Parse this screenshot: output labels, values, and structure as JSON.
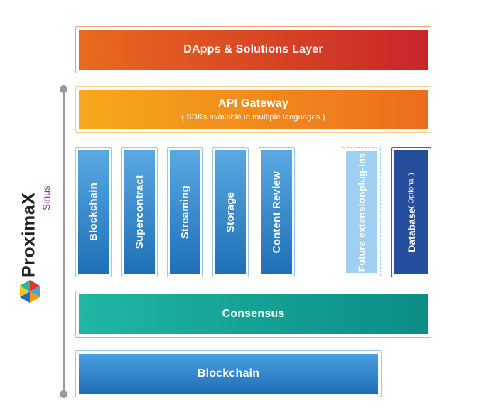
{
  "layers": {
    "dapps": "DApps & Solutions Layer",
    "api_gateway": {
      "title": "API Gateway",
      "subtitle": "( SDKs available in multiple languages )"
    },
    "consensus": "Consensus",
    "blockchain_base": "Blockchain"
  },
  "modules": [
    "Blockchain",
    "Supercontract",
    "Streaming",
    "Storage",
    "Content Review"
  ],
  "future_extension": {
    "line1": "Future extension",
    "line2": "plug-ins"
  },
  "database": {
    "title": "Database",
    "subtitle": "( Optional )"
  },
  "brand": {
    "name": "ProximaX",
    "product": "Sirius"
  },
  "colors": {
    "dapps_start": "#ea6a1c",
    "dapps_end": "#c8252b",
    "gateway_start": "#f6a91c",
    "gateway_end": "#ec6d1d",
    "module_top": "#5aa9e2",
    "module_bottom": "#1e6fb7",
    "consensus_start": "#1fb6a3",
    "consensus_end": "#0b8d86",
    "blockchain_top": "#4aa0df",
    "blockchain_bottom": "#1f6db7",
    "database": "#254e9c",
    "future": "#9fd0f2",
    "brand_text": "#222222",
    "brand_purple": "#8a3e97"
  }
}
